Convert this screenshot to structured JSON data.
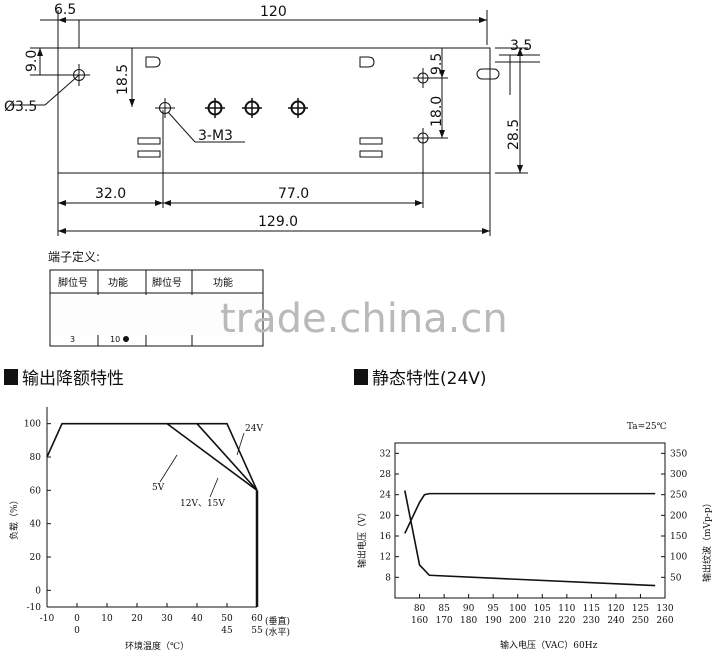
{
  "drawing": {
    "dims": {
      "left_offset": "6.5",
      "length": "120",
      "left_hole_top": "9.0",
      "slot_top": "18.5",
      "right_hole_top": "9.5",
      "right_hole_spacing": "18.0",
      "slot_width": "3.5",
      "height": "28.5",
      "hole_diameter": "Ø3.5",
      "screw_label": "3-M3",
      "bottom_a": "32.0",
      "bottom_b": "77.0",
      "total_length": "129.0"
    }
  },
  "terminal": {
    "heading": "端子定义:",
    "headers": [
      "脚位号",
      "功能",
      "脚位号",
      "功能"
    ],
    "partial": [
      "3",
      "10"
    ]
  },
  "watermark": "trade.china.cn",
  "derating": {
    "title": "输出降额特性",
    "ylabel": "负载（%）",
    "xlabel": "环境温度（℃）",
    "axis_vertical": "(垂直)",
    "axis_horizontal": "(水平)",
    "labels": {
      "v24": "24V",
      "v5": "5V",
      "v12_15": "12V、15V"
    }
  },
  "static": {
    "title": "静态特性(24V)",
    "ta": "Ta=25℃",
    "ylabel_left": "输出电压（V）",
    "ylabel_right": "输出纹波（mVp-p）",
    "xlabel": "输入电压（VAC）60Hz"
  },
  "chart_data": [
    {
      "type": "line",
      "title": "输出降额特性",
      "xlabel": "环境温度（℃）",
      "ylabel": "负载（%）",
      "x_ticks_vertical": [
        "-10",
        "0",
        "10",
        "20",
        "30",
        "40",
        "50",
        "60"
      ],
      "x_ticks_horizontal": [
        "0",
        "45",
        "55"
      ],
      "x_tick_pos": [
        -10,
        0,
        10,
        20,
        30,
        40,
        50,
        60
      ],
      "x_sub_labels": [
        {
          "label": "0",
          "x": 0
        },
        {
          "label": "45",
          "x": 50
        },
        {
          "label": "55",
          "x": 60
        }
      ],
      "y_ticks": [
        "100",
        "80",
        "60",
        "40",
        "20",
        "0",
        "-10"
      ],
      "y_tick_vals": [
        100,
        80,
        60,
        40,
        20,
        0,
        -10
      ],
      "xlim": [
        -10,
        60
      ],
      "ylim": [
        -10,
        110
      ],
      "series": [
        {
          "name": "24V",
          "x": [
            -10,
            -5,
            50,
            60
          ],
          "y": [
            80,
            100,
            100,
            60
          ]
        },
        {
          "name": "5V",
          "x": [
            30,
            60
          ],
          "y": [
            100,
            60
          ]
        },
        {
          "name": "12V、15V",
          "x": [
            40,
            60
          ],
          "y": [
            100,
            60
          ]
        },
        {
          "x": [
            60,
            60
          ],
          "y": [
            60,
            -10
          ]
        }
      ]
    },
    {
      "type": "line",
      "title": "静态特性(24V)",
      "xlabel": "输入电压（VAC）60Hz",
      "ylabel": "输出电压（V）",
      "ylabel_right": "输出纹波（mVp-p）",
      "x_ticks_top": [
        "80",
        "85",
        "90",
        "95",
        "100",
        "105",
        "110",
        "115",
        "120",
        "125",
        "130"
      ],
      "x_ticks_bottom": [
        "160",
        "170",
        "180",
        "190",
        "200",
        "210",
        "220",
        "230",
        "240",
        "250",
        "260"
      ],
      "x_tick_vals": [
        80,
        85,
        90,
        95,
        100,
        105,
        110,
        115,
        120,
        125,
        130
      ],
      "y_ticks_left": [
        "32",
        "28",
        "24",
        "20",
        "16",
        "12",
        "8"
      ],
      "y_tick_vals_left": [
        32,
        28,
        24,
        20,
        16,
        12,
        8
      ],
      "y_ticks_right": [
        "350",
        "300",
        "250",
        "200",
        "150",
        "100",
        "50"
      ],
      "y_tick_vals_right": [
        350,
        300,
        250,
        200,
        150,
        100,
        50
      ],
      "xlim": [
        75,
        130
      ],
      "ylim_left": [
        4,
        34
      ],
      "ylim_right": [
        0,
        375
      ],
      "series": [
        {
          "name": "输出电压",
          "axis": "left",
          "x": [
            77,
            80,
            81,
            82,
            128
          ],
          "y": [
            16.5,
            22.5,
            24,
            24.2,
            24.2
          ]
        },
        {
          "name": "输出纹波",
          "axis": "right",
          "x": [
            77,
            80,
            82,
            128
          ],
          "y": [
            260,
            80,
            55,
            30
          ]
        }
      ]
    }
  ]
}
